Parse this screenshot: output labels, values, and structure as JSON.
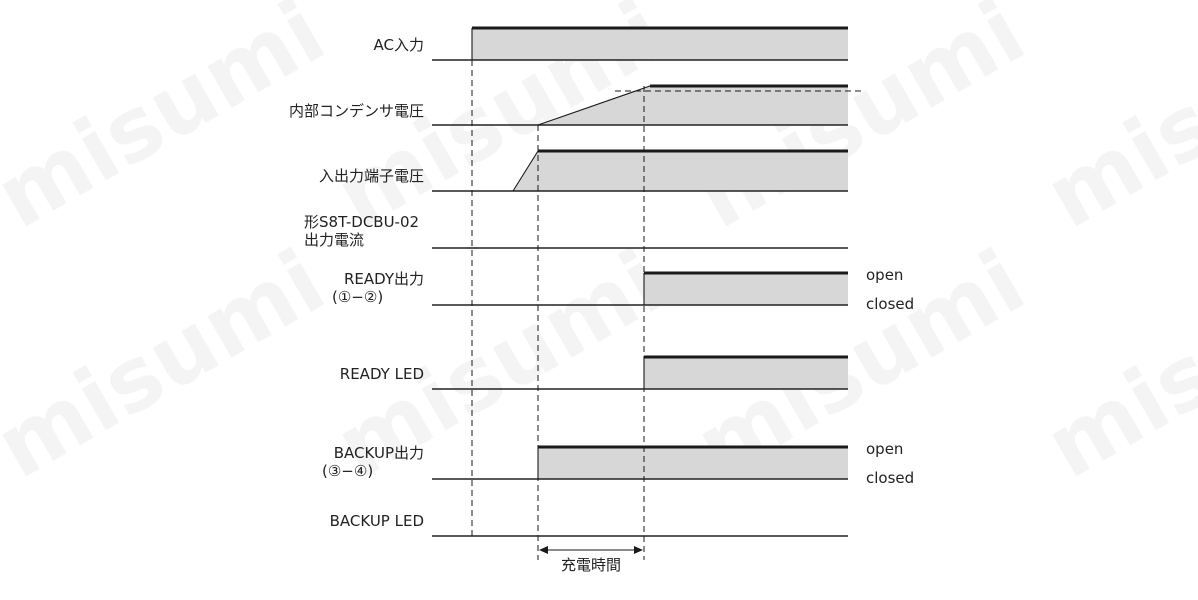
{
  "watermark": "misumi",
  "colors": {
    "fill": "#d7d7d7",
    "line": "#1a1a1a",
    "baseline": "#222222"
  },
  "signals": [
    {
      "id": "ac-input",
      "lines": [
        "AC入力"
      ]
    },
    {
      "id": "capacitor-voltage",
      "lines": [
        "内部コンデンサ電圧"
      ]
    },
    {
      "id": "terminal-voltage",
      "lines": [
        "入出力端子電圧"
      ]
    },
    {
      "id": "output-current",
      "lines": [
        "形S8T-DCBU-02",
        "出力電流"
      ]
    },
    {
      "id": "ready-output",
      "lines": [
        "READY出力",
        "(①−②)"
      ],
      "state_high": "open",
      "state_low": "closed"
    },
    {
      "id": "ready-led",
      "lines": [
        "READY LED"
      ]
    },
    {
      "id": "backup-output",
      "lines": [
        "BACKUP出力",
        "(③−④)"
      ],
      "state_high": "open",
      "state_low": "closed"
    },
    {
      "id": "backup-led",
      "lines": [
        "BACKUP LED"
      ]
    }
  ],
  "charge_time_label": "充電時間"
}
